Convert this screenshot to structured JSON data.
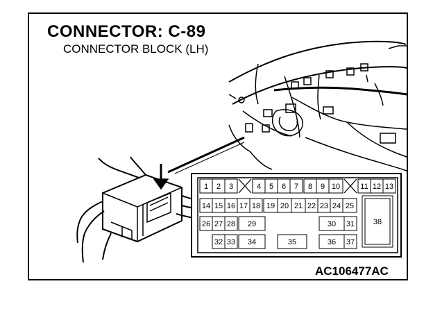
{
  "diagram": {
    "title": "CONNECTOR: C-89",
    "subtitle": "CONNECTOR BLOCK (LH)",
    "figure_code": "AC106477AC",
    "connector_pins": [
      {
        "label": "1"
      },
      {
        "label": "2"
      },
      {
        "label": "3"
      },
      {
        "label": "4"
      },
      {
        "label": "5"
      },
      {
        "label": "6"
      },
      {
        "label": "7"
      },
      {
        "label": "8"
      },
      {
        "label": "9"
      },
      {
        "label": "10"
      },
      {
        "label": "11"
      },
      {
        "label": "12"
      },
      {
        "label": "13"
      },
      {
        "label": "14"
      },
      {
        "label": "15"
      },
      {
        "label": "16"
      },
      {
        "label": "17"
      },
      {
        "label": "18"
      },
      {
        "label": "19"
      },
      {
        "label": "20"
      },
      {
        "label": "21"
      },
      {
        "label": "22"
      },
      {
        "label": "23"
      },
      {
        "label": "24"
      },
      {
        "label": "25"
      },
      {
        "label": "26"
      },
      {
        "label": "27"
      },
      {
        "label": "28"
      },
      {
        "label": "29"
      },
      {
        "label": "30"
      },
      {
        "label": "31"
      },
      {
        "label": "38"
      },
      {
        "label": "32"
      },
      {
        "label": "33"
      },
      {
        "label": "34"
      },
      {
        "label": "35"
      },
      {
        "label": "36"
      },
      {
        "label": "37"
      }
    ]
  }
}
